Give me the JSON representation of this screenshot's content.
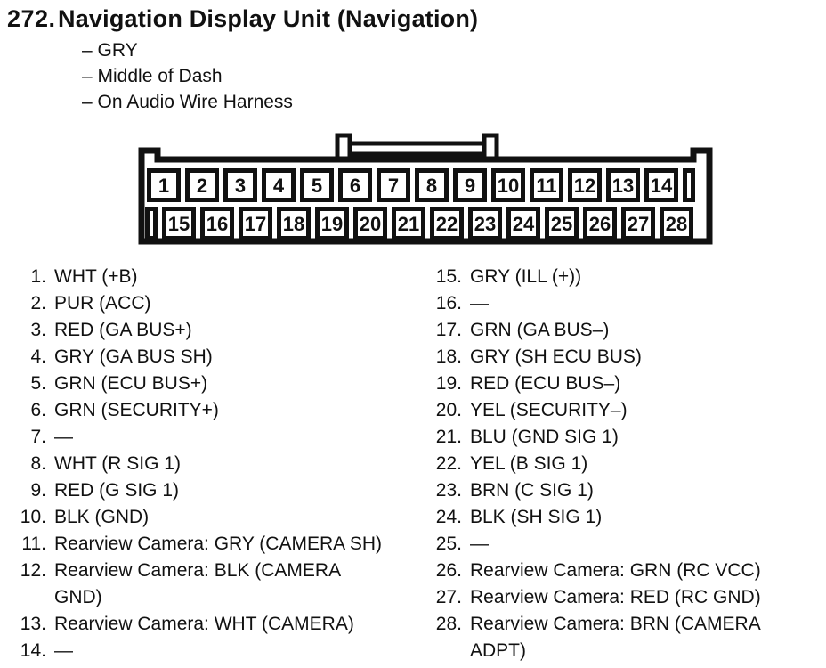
{
  "header": {
    "number": "272.",
    "title": "Navigation Display Unit (Navigation)",
    "attributes": [
      "– GRY",
      "– Middle of Dash",
      "– On Audio Wire Harness"
    ]
  },
  "connector": {
    "top_pins": [
      "1",
      "2",
      "3",
      "4",
      "5",
      "6",
      "7",
      "8",
      "9",
      "10",
      "11",
      "12",
      "13",
      "14"
    ],
    "bottom_pins": [
      "15",
      "16",
      "17",
      "18",
      "19",
      "20",
      "21",
      "22",
      "23",
      "24",
      "25",
      "26",
      "27",
      "28"
    ]
  },
  "pinout": {
    "left": [
      {
        "num": "1.",
        "desc": "WHT (+B)"
      },
      {
        "num": "2.",
        "desc": "PUR (ACC)"
      },
      {
        "num": "3.",
        "desc": "RED (GA BUS+)"
      },
      {
        "num": "4.",
        "desc": "GRY (GA BUS SH)"
      },
      {
        "num": "5.",
        "desc": "GRN (ECU BUS+)"
      },
      {
        "num": "6.",
        "desc": "GRN (SECURITY+)"
      },
      {
        "num": "7.",
        "desc": "—"
      },
      {
        "num": "8.",
        "desc": "WHT (R SIG 1)"
      },
      {
        "num": "9.",
        "desc": "RED (G SIG 1)"
      },
      {
        "num": "10.",
        "desc": "BLK (GND)"
      },
      {
        "num": "11.",
        "desc": "Rearview Camera: GRY (CAMERA SH)"
      },
      {
        "num": "12.",
        "desc": "Rearview Camera: BLK (CAMERA\nGND)"
      },
      {
        "num": "13.",
        "desc": "Rearview Camera: WHT (CAMERA)"
      },
      {
        "num": "14.",
        "desc": "—"
      }
    ],
    "right": [
      {
        "num": "15.",
        "desc": "GRY (ILL (+))"
      },
      {
        "num": "16.",
        "desc": "—"
      },
      {
        "num": "17.",
        "desc": "GRN (GA BUS–)"
      },
      {
        "num": "18.",
        "desc": "GRY (SH ECU BUS)"
      },
      {
        "num": "19.",
        "desc": "RED (ECU BUS–)"
      },
      {
        "num": "20.",
        "desc": "YEL (SECURITY–)"
      },
      {
        "num": "21.",
        "desc": "BLU (GND SIG 1)"
      },
      {
        "num": "22.",
        "desc": "YEL (B SIG 1)"
      },
      {
        "num": "23.",
        "desc": "BRN (C SIG 1)"
      },
      {
        "num": "24.",
        "desc": "BLK (SH SIG 1)"
      },
      {
        "num": "25.",
        "desc": "—"
      },
      {
        "num": "26.",
        "desc": "Rearview Camera: GRN (RC VCC)"
      },
      {
        "num": "27.",
        "desc": "Rearview Camera: RED (RC GND)"
      },
      {
        "num": "28.",
        "desc": "Rearview Camera: BRN (CAMERA\nADPT)"
      }
    ]
  },
  "colors": {
    "ink": "#111111",
    "paper": "#ffffff"
  }
}
